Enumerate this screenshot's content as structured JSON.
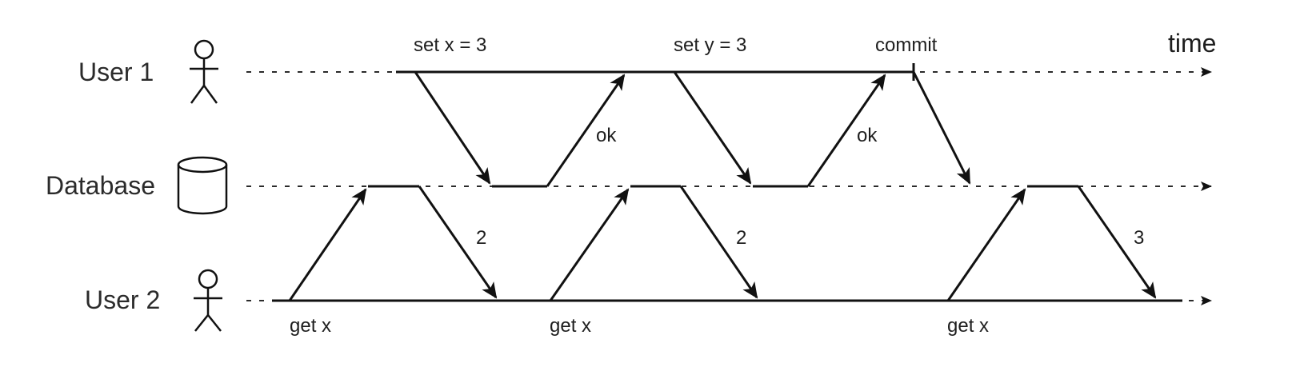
{
  "lanes": {
    "user1": "User 1",
    "database": "Database",
    "user2": "User 2"
  },
  "time_label": "time",
  "user1_ops": {
    "set_x": "set x = 3",
    "set_y": "set y = 3",
    "commit": "commit",
    "ok_1": "ok",
    "ok_2": "ok"
  },
  "user2_ops": {
    "get_x_1": "get x",
    "get_x_2": "get x",
    "get_x_3": "get x",
    "result_1": "2",
    "result_2": "2",
    "result_3": "3"
  },
  "icons": {
    "user1": "user-icon",
    "database": "database-icon",
    "user2": "user-icon"
  }
}
